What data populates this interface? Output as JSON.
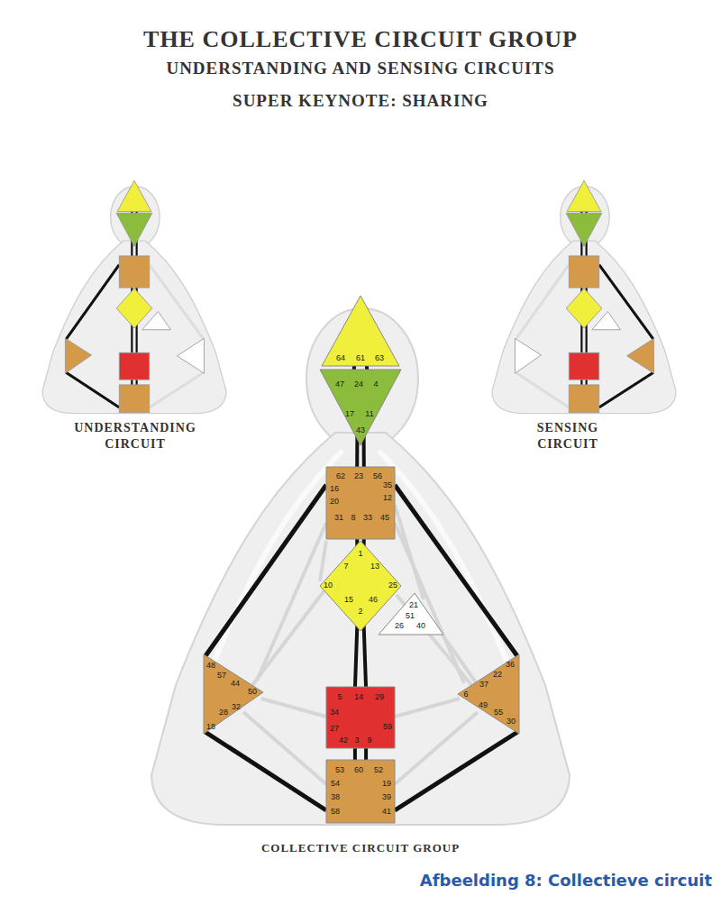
{
  "diagram": {
    "title": "THE COLLECTIVE CIRCUIT GROUP",
    "caption": "Afbeelding 8: Collectieve circuit",
    "nodes": [
      {
        "text": [
          "64",
          "61",
          "63"
        ]
      },
      {
        "text": [
          "47",
          "24",
          "4",
          "17",
          "11",
          "43"
        ]
      },
      {
        "text": [
          "62",
          "23",
          "56",
          "16",
          "35",
          "20",
          "12",
          "31",
          "8",
          "33",
          "45"
        ]
      },
      {
        "text": [
          "1",
          "7",
          "13",
          "10",
          "25",
          "15",
          "46",
          "2"
        ]
      },
      {
        "text": [
          "21",
          "51",
          "26",
          "40"
        ]
      },
      {
        "text": [
          "48",
          "57",
          "44",
          "50",
          "32",
          "28",
          "18"
        ]
      },
      {
        "text": [
          "5",
          "14",
          "29",
          "34",
          "27",
          "59",
          "42",
          "3",
          "9"
        ]
      },
      {
        "text": [
          "36",
          "22",
          "37",
          "6",
          "49",
          "55",
          "30"
        ]
      },
      {
        "text": [
          "53",
          "60",
          "52",
          "54",
          "19",
          "38",
          "39",
          "58",
          "41"
        ]
      }
    ],
    "edges": [
      {
        "from": 0,
        "to": 1,
        "arrow": "none"
      },
      {
        "from": 0,
        "to": 1,
        "arrow": "none"
      },
      {
        "from": 1,
        "to": 2,
        "arrow": "none"
      },
      {
        "from": 1,
        "to": 2,
        "arrow": "none"
      },
      {
        "from": 2,
        "to": 3,
        "arrow": "none"
      },
      {
        "from": 2,
        "to": 3,
        "arrow": "none"
      },
      {
        "from": 3,
        "to": 6,
        "arrow": "none"
      },
      {
        "from": 3,
        "to": 6,
        "arrow": "none"
      },
      {
        "from": 6,
        "to": 8,
        "arrow": "none"
      },
      {
        "from": 6,
        "to": 8,
        "arrow": "none"
      },
      {
        "from": 5,
        "to": 2,
        "arrow": "none"
      },
      {
        "from": 5,
        "to": 8,
        "arrow": "none"
      },
      {
        "from": 2,
        "to": 7,
        "arrow": "none"
      },
      {
        "from": 7,
        "to": 8,
        "arrow": "none"
      }
    ],
    "labels": [
      "UNDERSTANDING AND SENSING CIRCUITS",
      "SUPER KEYNOTE: SHARING",
      "UNDERSTANDING CIRCUIT",
      "SENSING CIRCUIT",
      "COLLECTIVE CIRCUIT GROUP"
    ]
  }
}
